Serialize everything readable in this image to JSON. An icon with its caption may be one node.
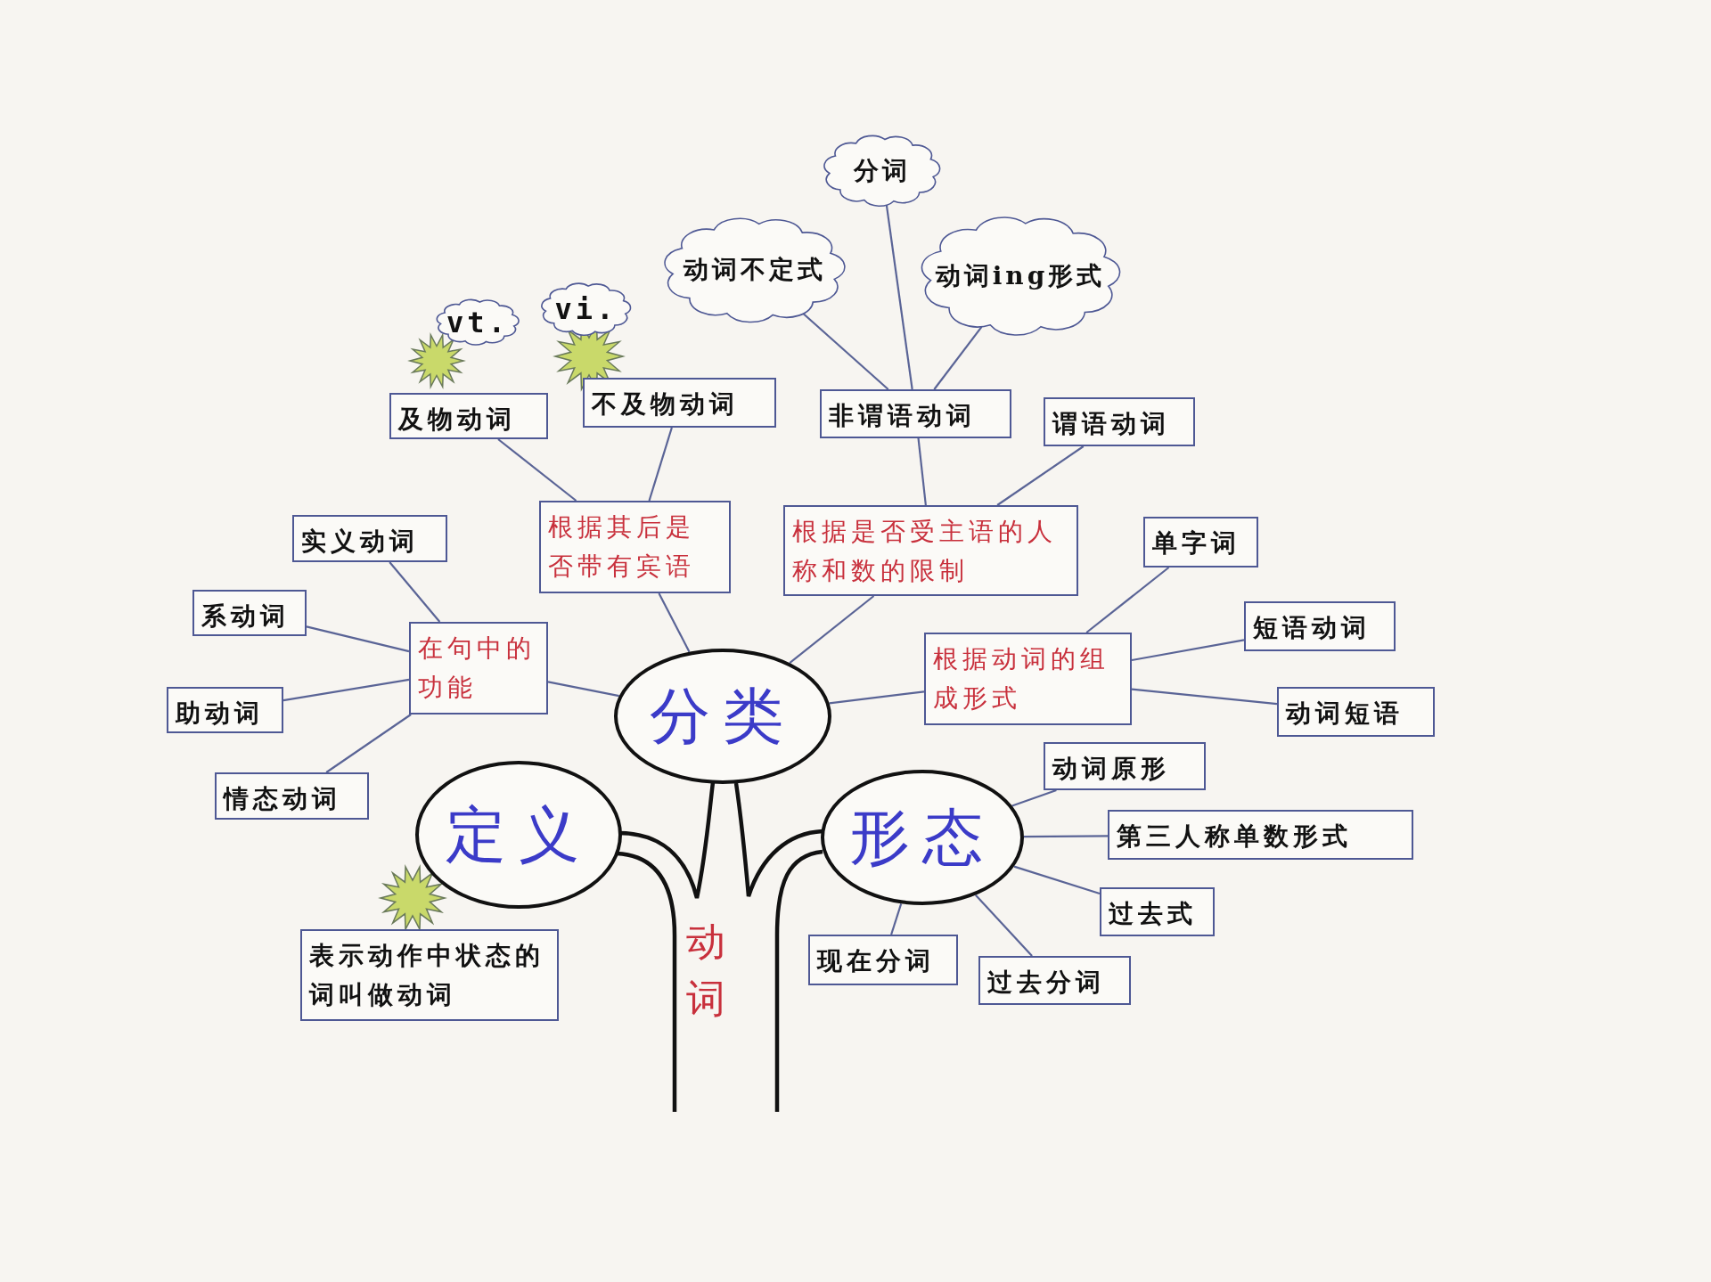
{
  "diagram": {
    "nodes": [
      {
        "text": [
          "分类"
        ]
      },
      {
        "text": [
          "定义"
        ]
      },
      {
        "text": [
          "形态"
        ]
      },
      {
        "text": [
          "分词"
        ]
      },
      {
        "text": [
          "动词不定式"
        ]
      },
      {
        "text": [
          "动词ing形式"
        ]
      },
      {
        "text": [
          "vt."
        ]
      },
      {
        "text": [
          "vi."
        ]
      },
      {
        "text": [
          "及物动词"
        ]
      },
      {
        "text": [
          "不及物动词"
        ]
      },
      {
        "text": [
          "非谓语动词"
        ]
      },
      {
        "text": [
          "谓语动词"
        ]
      },
      {
        "text": [
          "根据其后是否带有宾语"
        ]
      },
      {
        "text": [
          "根据是否受主语的人称和数的限制"
        ]
      },
      {
        "text": [
          "实义动词"
        ]
      },
      {
        "text": [
          "单字词"
        ]
      },
      {
        "text": [
          "系动词"
        ]
      },
      {
        "text": [
          "在句中的功能"
        ]
      },
      {
        "text": [
          "短语动词"
        ]
      },
      {
        "text": [
          "根据动词的组成形式"
        ]
      },
      {
        "text": [
          "助动词"
        ]
      },
      {
        "text": [
          "动词短语"
        ]
      },
      {
        "text": [
          "动词原形"
        ]
      },
      {
        "text": [
          "情态动词"
        ]
      },
      {
        "text": [
          "第三人称单数形式"
        ]
      },
      {
        "text": [
          "过去式"
        ]
      },
      {
        "text": [
          "表示动作中状态的词叫做动词"
        ]
      },
      {
        "text": [
          "现在分词"
        ]
      },
      {
        "text": [
          "过去分词"
        ]
      }
    ],
    "edges": [
      {
        "from": 0,
        "to": 17,
        "arrow": "none"
      },
      {
        "from": 17,
        "to": 14,
        "arrow": "none"
      },
      {
        "from": 17,
        "to": 16,
        "arrow": "none"
      },
      {
        "from": 17,
        "to": 20,
        "arrow": "none"
      },
      {
        "from": 17,
        "to": 23,
        "arrow": "none"
      },
      {
        "from": 0,
        "to": 12,
        "arrow": "none"
      },
      {
        "from": 12,
        "to": 8,
        "arrow": "none"
      },
      {
        "from": 12,
        "to": 9,
        "arrow": "none"
      },
      {
        "from": 0,
        "to": 13,
        "arrow": "none"
      },
      {
        "from": 13,
        "to": 10,
        "arrow": "none"
      },
      {
        "from": 13,
        "to": 11,
        "arrow": "none"
      },
      {
        "from": 10,
        "to": 4,
        "arrow": "none"
      },
      {
        "from": 10,
        "to": 3,
        "arrow": "none"
      },
      {
        "from": 10,
        "to": 5,
        "arrow": "none"
      },
      {
        "from": 0,
        "to": 19,
        "arrow": "none"
      },
      {
        "from": 19,
        "to": 15,
        "arrow": "none"
      },
      {
        "from": 19,
        "to": 18,
        "arrow": "none"
      },
      {
        "from": 19,
        "to": 21,
        "arrow": "none"
      },
      {
        "from": 2,
        "to": 22,
        "arrow": "none"
      },
      {
        "from": 2,
        "to": 24,
        "arrow": "none"
      },
      {
        "from": 2,
        "to": 25,
        "arrow": "none"
      },
      {
        "from": 2,
        "to": 28,
        "arrow": "none"
      },
      {
        "from": 2,
        "to": 27,
        "arrow": "none"
      }
    ],
    "labels": [
      "动词"
    ]
  }
}
